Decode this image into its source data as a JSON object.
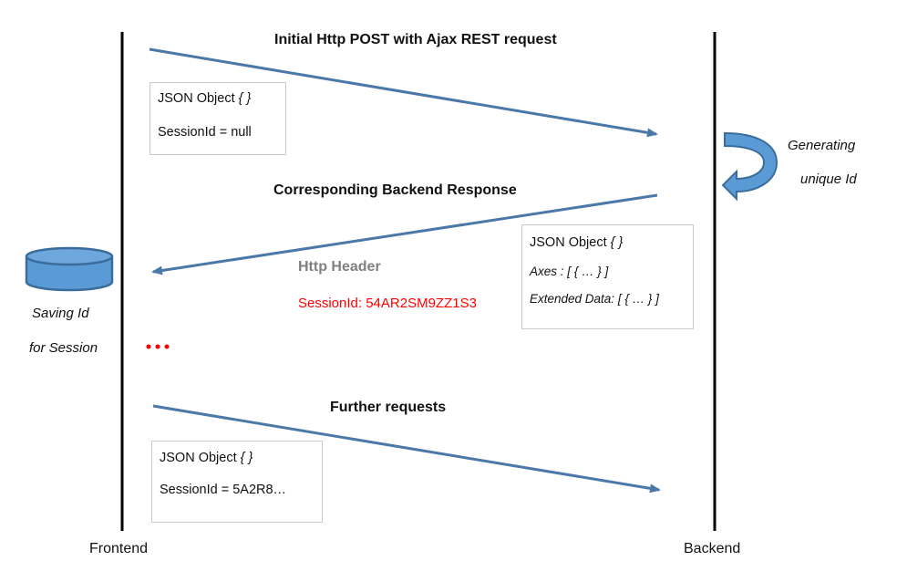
{
  "lifelines": {
    "frontend_label": "Frontend",
    "backend_label": "Backend"
  },
  "messages": {
    "initial_request": "Initial Http POST with Ajax REST request",
    "backend_response": "Corresponding Backend Response",
    "further_requests": "Further requests"
  },
  "request_box": {
    "title": "JSON Object",
    "title_braces": "{ }",
    "session_line": "SessionId = null"
  },
  "response_box": {
    "title": "JSON Object",
    "title_braces": "{ }",
    "axes_line": "Axes : [ { … } ]",
    "extended_line": "Extended Data: [ { … } ]"
  },
  "further_box": {
    "title": "JSON Object",
    "title_braces": "{ }",
    "session_line": "SessionId = 5A2R8…"
  },
  "http_header": {
    "label": "Http Header",
    "session_value": "SessionId: 54AR2SM9ZZ1S3"
  },
  "backend_note": {
    "line1": "Generating",
    "line2": "unique Id"
  },
  "frontend_note": {
    "line1": "Saving Id",
    "line2": "for Session"
  },
  "ellipsis": "…",
  "icons": {
    "database": "database-icon",
    "curved_arrow": "curved-arrow-icon"
  },
  "colors": {
    "arrow": "#4a78a8",
    "icon_fill": "#5b9bd5",
    "icon_stroke": "#3a6d9c",
    "session_red": "#ff0000",
    "header_gray": "#808080",
    "box_border": "#c9c9c9",
    "lifeline": "#000000"
  }
}
